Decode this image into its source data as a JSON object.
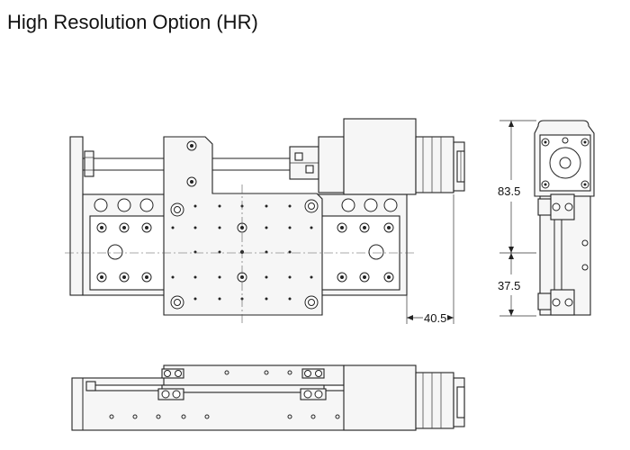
{
  "title": "High Resolution Option (HR)",
  "dimensions": {
    "height_upper": "83.5",
    "height_lower": "37.5",
    "motor_offset": "40.5"
  }
}
